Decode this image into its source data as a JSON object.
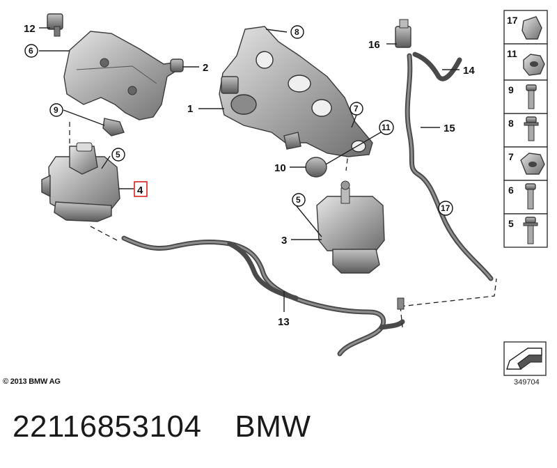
{
  "diagram": {
    "callouts": {
      "c1": "1",
      "c2": "2",
      "c3": "3",
      "c4": "4",
      "c5a": "5",
      "c5b": "5",
      "c6": "6",
      "c7": "7",
      "c8": "8",
      "c9": "9",
      "c10": "10",
      "c11": "11",
      "c12": "12",
      "c13": "13",
      "c14": "14",
      "c15": "15",
      "c16": "16",
      "c17": "17"
    },
    "highlight_color": "#d62020",
    "legend": [
      "17",
      "11",
      "9",
      "8",
      "7",
      "6",
      "5"
    ]
  },
  "copyright": "© 2013 BMW AG",
  "diagram_number": "349704",
  "footer": {
    "part_number": "22116853104",
    "brand": "BMW"
  }
}
